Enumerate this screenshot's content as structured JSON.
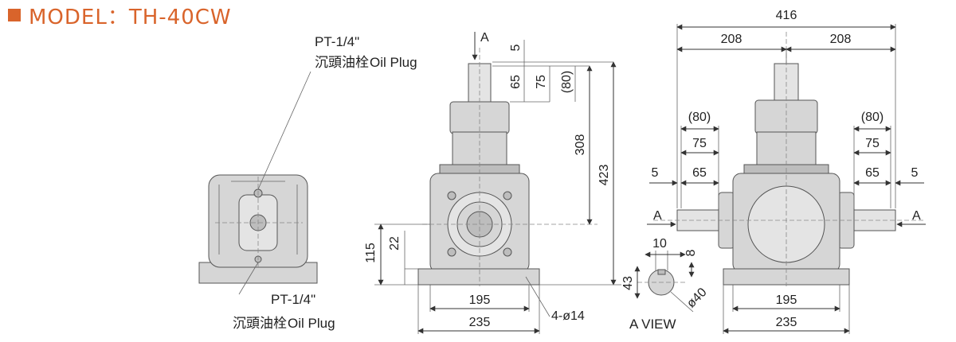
{
  "header": {
    "title": "MODEL：TH-40CW"
  },
  "colors": {
    "brand": "#d9642b",
    "line": "#333333",
    "body": "#d6d6d6"
  },
  "side_view": {
    "plug_top_size": "PT-1/4\"",
    "plug_top_label_cjk": "沉頭油栓",
    "plug_top_label": "Oil Plug",
    "plug_bottom_size": "PT-1/4\"",
    "plug_bottom_label_cjk": "沉頭油栓",
    "plug_bottom_label": "Oil Plug"
  },
  "front_view": {
    "arrow_label": "A",
    "dim_5": "5",
    "dim_65": "65",
    "dim_75": "75",
    "dim_80": "(80)",
    "dim_308": "308",
    "dim_423": "423",
    "dim_115": "115",
    "dim_22": "22",
    "dim_195": "195",
    "dim_235": "235",
    "dim_holes": "4-ø14"
  },
  "a_view": {
    "title": "A VIEW",
    "dim_10": "10",
    "dim_8": "8",
    "dim_43": "43",
    "dim_40": "ø40"
  },
  "right_view": {
    "dim_416": "416",
    "dim_208_left": "208",
    "dim_208_right": "208",
    "dim_80_left": "(80)",
    "dim_75_left": "75",
    "dim_65_left": "65",
    "dim_5_left": "5",
    "dim_80_right": "(80)",
    "dim_75_right": "75",
    "dim_65_right": "65",
    "dim_5_right": "5",
    "arrow_left": "A",
    "arrow_right": "A",
    "dim_195": "195",
    "dim_235": "235"
  }
}
